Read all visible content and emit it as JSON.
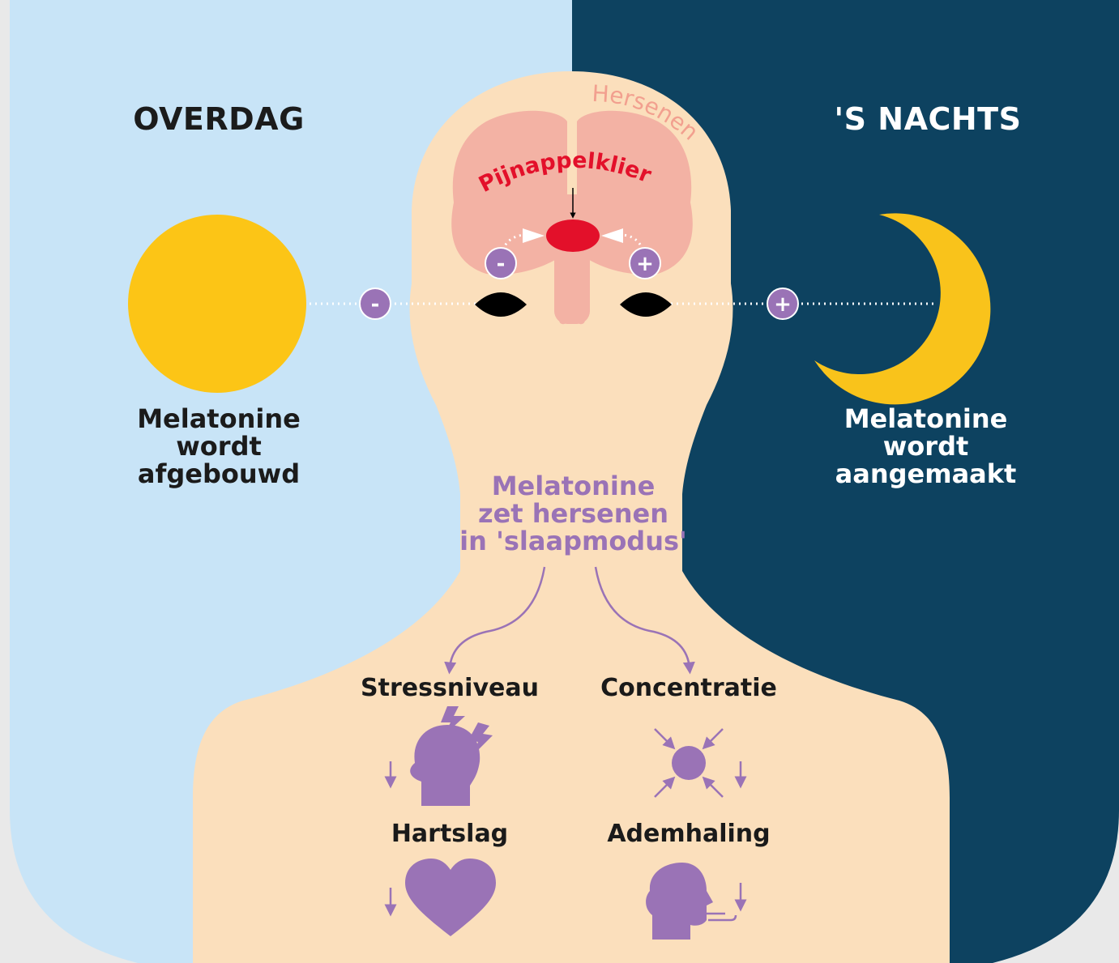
{
  "day": {
    "title": "OVERDAG",
    "description": [
      "Melatonine",
      "wordt",
      "afgebouwd"
    ]
  },
  "night": {
    "title": "'S NACHTS",
    "description": [
      "Melatonine",
      "wordt",
      "aangemaakt"
    ]
  },
  "brain": {
    "region_label": "Hersenen",
    "gland_label": "Pijnappelklier"
  },
  "effect_summary": [
    "Melatonine",
    "zet hersenen",
    "in 'slaapmodus'"
  ],
  "effects": {
    "stress": "Stressniveau",
    "concentration": "Concentratie",
    "heart_rate": "Hartslag",
    "breathing": "Ademhaling"
  },
  "signs": {
    "minus": "-",
    "plus": "+"
  },
  "colors": {
    "day_background": "#c8e4f7",
    "night_background": "#0d4260",
    "skin": "#fbdfbc",
    "brain": "#f3b2a4",
    "gland": "#e3102a",
    "accent_purple": "#9a73b6",
    "sun": "#fcc516",
    "moon": "#f9c31b"
  },
  "icons": [
    "sun-icon",
    "moon-icon",
    "eye-icon",
    "stress-head-icon",
    "concentration-icon",
    "heart-icon",
    "breathing-head-icon",
    "down-arrow-icon"
  ]
}
